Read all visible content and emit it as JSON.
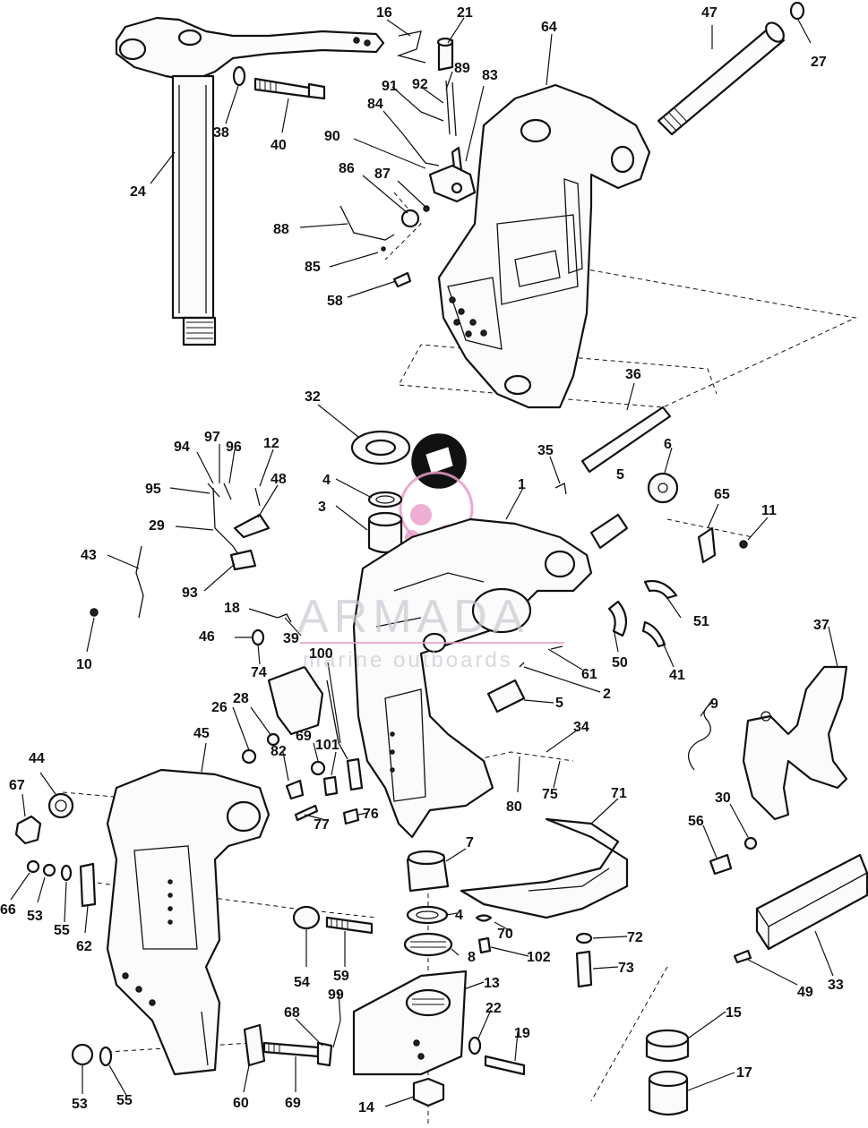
{
  "diagram": {
    "watermark": {
      "brand": "ARMADA",
      "tagline": "marine outboards",
      "accent": "#e89bc8"
    },
    "labels": {
      "p1": "1",
      "p2": "2",
      "p3": "3",
      "p4a": "4",
      "p4b": "4",
      "p5a": "5",
      "p5b": "5",
      "p6a": "6",
      "p7": "7",
      "p8": "8",
      "p9": "9",
      "p10": "10",
      "p11": "11",
      "p12": "12",
      "p13": "13",
      "p14": "14",
      "p15": "15",
      "p16": "16",
      "p17": "17",
      "p18": "18",
      "p19": "19",
      "p21": "21",
      "p22": "22",
      "p24": "24",
      "p26": "26",
      "p27": "27",
      "p28": "28",
      "p29": "29",
      "p30": "30",
      "p32": "32",
      "p33": "33",
      "p34": "34",
      "p35": "35",
      "p36": "36",
      "p37": "37",
      "p38": "38",
      "p39": "39",
      "p40": "40",
      "p41": "41",
      "p43": "43",
      "p44": "44",
      "p45": "45",
      "p46": "46",
      "p47": "47",
      "p48": "48",
      "p49": "49",
      "p50": "50",
      "p51": "51",
      "p53a": "53",
      "p53b": "53",
      "p54": "54",
      "p55a": "55",
      "p55b": "55",
      "p56": "56",
      "p58": "58",
      "p59": "59",
      "p60": "60",
      "p61": "61",
      "p62": "62",
      "p64": "64",
      "p65": "65",
      "p66": "66",
      "p67": "67",
      "p68": "68",
      "p69a": "69",
      "p69b": "69",
      "p70": "70",
      "p71": "71",
      "p72": "72",
      "p73": "73",
      "p74": "74",
      "p75": "75",
      "p76": "76",
      "p77": "77",
      "p80": "80",
      "p82": "82",
      "p83": "83",
      "p84": "84",
      "p85": "85",
      "p86": "86",
      "p87": "87",
      "p88": "88",
      "p89": "89",
      "p90": "90",
      "p91": "91",
      "p92": "92",
      "p93": "93",
      "p94": "94",
      "p95": "95",
      "p96": "96",
      "p97": "97",
      "p99": "99",
      "p100": "100",
      "p101": "101",
      "p102": "102"
    }
  }
}
